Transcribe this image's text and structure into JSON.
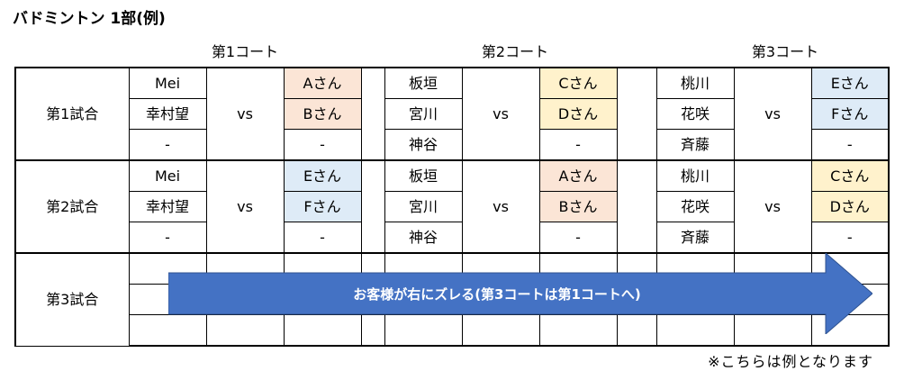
{
  "title": "バドミントン 1部(例)",
  "courts": [
    "第1コート",
    "第2コート",
    "第3コート"
  ],
  "vs": "vs",
  "dash": "-",
  "games": [
    {
      "label": "第1試合",
      "courts": [
        {
          "left": [
            "Mei",
            "幸村望",
            "-"
          ],
          "right": [
            "Aさん",
            "Bさん",
            "-"
          ],
          "color": "orange"
        },
        {
          "left": [
            "板垣",
            "宮川",
            "神谷"
          ],
          "right": [
            "Cさん",
            "Dさん",
            "-"
          ],
          "color": "yellow"
        },
        {
          "left": [
            "桃川",
            "花咲",
            "斉藤"
          ],
          "right": [
            "Eさん",
            "Fさん",
            "-"
          ],
          "color": "blue"
        }
      ]
    },
    {
      "label": "第2試合",
      "courts": [
        {
          "left": [
            "Mei",
            "幸村望",
            "-"
          ],
          "right": [
            "Eさん",
            "Fさん",
            "-"
          ],
          "color": "blue"
        },
        {
          "left": [
            "板垣",
            "宮川",
            "神谷"
          ],
          "right": [
            "Aさん",
            "Bさん",
            "-"
          ],
          "color": "orange"
        },
        {
          "left": [
            "桃川",
            "花咲",
            "斉藤"
          ],
          "right": [
            "Cさん",
            "Dさん",
            "-"
          ],
          "color": "yellow"
        }
      ]
    },
    {
      "label": "第3試合"
    }
  ],
  "arrow_text": "お客様が右にズレる(第3コートは第1コートへ)",
  "arrow_color": "#4472c4",
  "note": "※こちらは例となります",
  "colors": {
    "orange": "#fbe5d6",
    "yellow": "#fff2cc",
    "blue": "#deebf7"
  }
}
